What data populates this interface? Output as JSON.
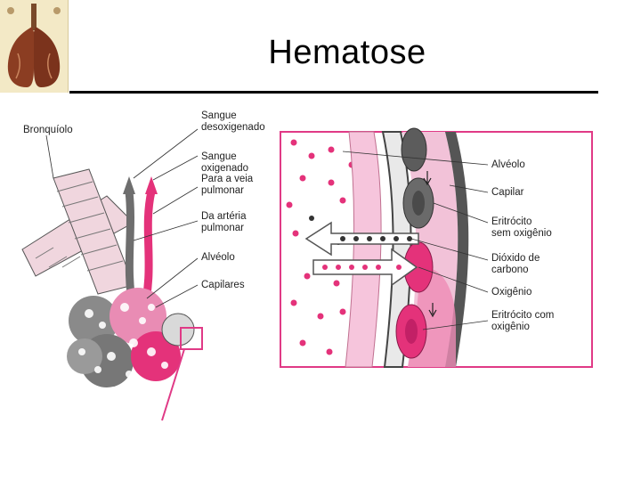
{
  "title": "Hematose",
  "left_labels": {
    "bronquiolo": "Bronquíolo",
    "sangue_desoxigenado": "Sangue\ndesoxigenado",
    "sangue_oxigenado": "Sangue oxigenado",
    "para_veia": "Para a veia\npulmonar",
    "da_arteria": "Da artéria\npulmonar",
    "alveolo": "Alvéolo",
    "capilares": "Capilares"
  },
  "right_labels": {
    "alveolo": "Alvéolo",
    "capilar": "Capilar",
    "eritrocito_sem": "Eritrócito\nsem oxigênio",
    "dioxido": "Dióxido de\ncarbono",
    "oxigenio": "Oxigênio",
    "eritrocito_com": "Eritrócito com\noxigênio"
  },
  "colors": {
    "pink": "#e4327a",
    "light_pink": "#f6c5dc",
    "gray": "#7a7a7a",
    "dark_gray": "#4a4a4a",
    "frame": "#e03a86"
  }
}
